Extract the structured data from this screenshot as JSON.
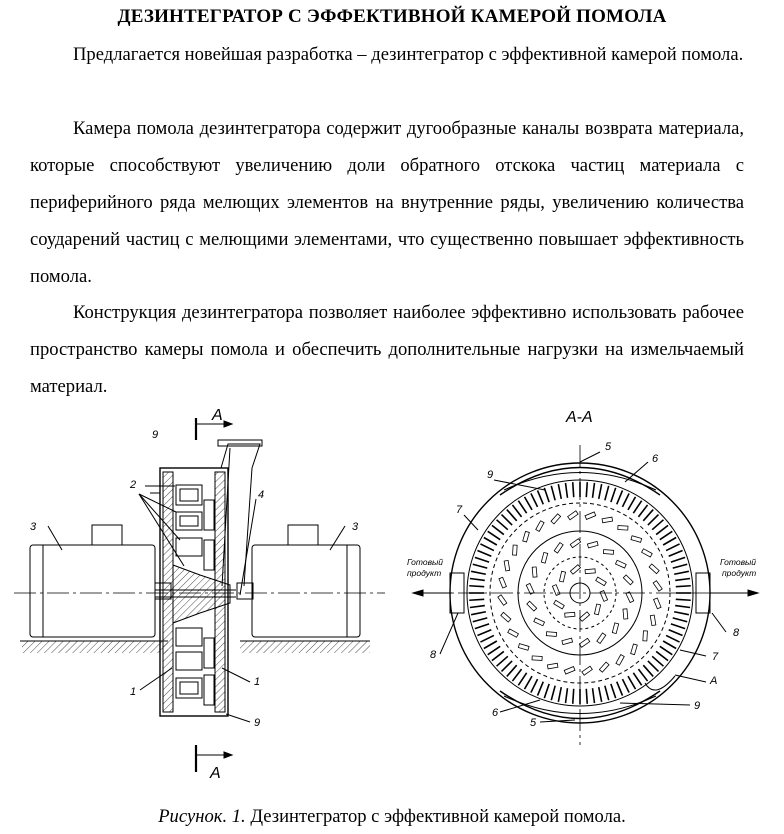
{
  "title": "ДЕЗИНТЕГРАТОР С ЭФФЕКТИВНОЙ КАМЕРОЙ ПОМОЛА",
  "paragraphs": [
    "Предлагается новейшая разработка – дезинтегратор с эффективной камерой помола.",
    "Камера помола дезинтегратора содержит  дугообразные каналы возврата материала, которые  способствуют увеличению доли обратного отскока частиц материала с периферийного ряда мелющих элементов на внутренние ряды, увеличению количества соударений частиц с мелющими элементами, что существенно повышает эффективность помола.",
    "Конструкция дезинтегратора  позволяет наиболее эффективно использовать рабочее пространство камеры помола и обеспечить дополнительные нагрузки на измельчаемый материал."
  ],
  "figure": {
    "left": {
      "section_mark_top": "A",
      "section_mark_bottom": "A",
      "labels": {
        "l1a": "1",
        "l1b": "1",
        "l2": "2",
        "l3a": "3",
        "l3b": "3",
        "l4": "4",
        "l9a": "9",
        "l9b": "9"
      }
    },
    "right": {
      "section_title": "A-A",
      "out_left": [
        "Готовый",
        "продукт"
      ],
      "out_right": [
        "Готовый",
        "продукт"
      ],
      "labels": {
        "l5a": "5",
        "l5b": "5",
        "l6a": "6",
        "l6b": "6",
        "l7a": "7",
        "l7b": "7",
        "l8a": "8",
        "l8b": "8",
        "l9a": "9",
        "l9b": "9",
        "lA": "A"
      }
    }
  },
  "caption": {
    "label": "Рисунок. 1.",
    "text": " Дезинтегратор с эффективной камерой помола."
  }
}
